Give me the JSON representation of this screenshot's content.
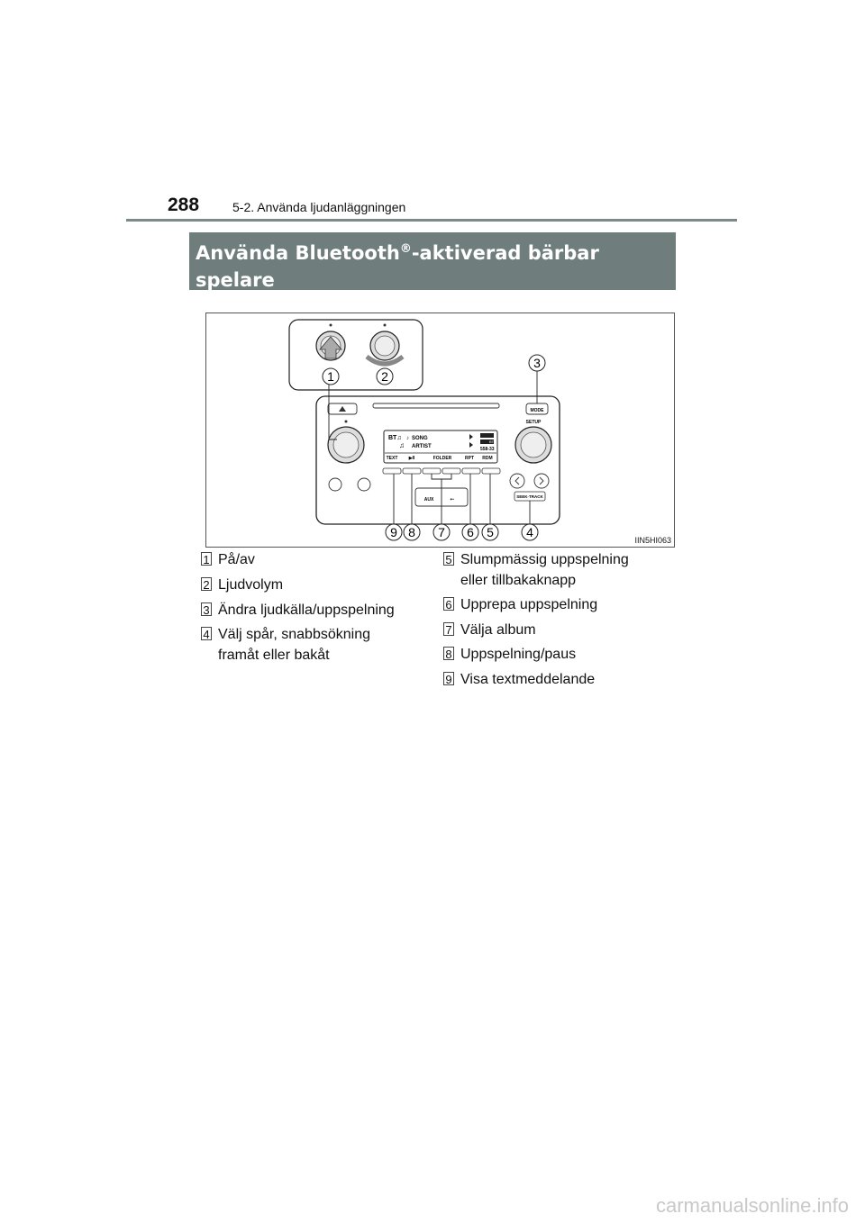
{
  "header": {
    "page_number": "288",
    "section": "5-2. Använda ljudanläggningen"
  },
  "banner": {
    "title_part1": "Använda Bluetooth",
    "title_reg": "®",
    "title_part2": "-aktiverad bärbar",
    "title_line2": "spelare"
  },
  "figure": {
    "code": "IIN5HI063",
    "display": {
      "row1_song": "SONG",
      "row2_artist": "ARTIST",
      "buttons": [
        "TEXT",
        "▶II",
        "FOLDER",
        "RPT",
        "RDM"
      ],
      "badge1": "BT",
      "badge2": "558-33"
    },
    "labels": {
      "mode": "MODE",
      "setup": "SETUP",
      "seek_track": "SEEK·TRACK",
      "aux": "AUX"
    },
    "callouts": [
      "1",
      "2",
      "3",
      "4",
      "5",
      "6",
      "7",
      "8",
      "9"
    ]
  },
  "legend": {
    "left": [
      {
        "num": "1",
        "text": "På/av"
      },
      {
        "num": "2",
        "text": "Ljudvolym"
      },
      {
        "num": "3",
        "text": "Ändra ljudkälla/uppspelning"
      },
      {
        "num": "4",
        "text": "Välj spår, snabbsökning framåt eller bakåt"
      }
    ],
    "right": [
      {
        "num": "5",
        "text": "Slumpmässig uppspelning eller tillbakaknapp"
      },
      {
        "num": "6",
        "text": "Upprepa uppspelning"
      },
      {
        "num": "7",
        "text": "Välja album"
      },
      {
        "num": "8",
        "text": "Uppspelning/paus"
      },
      {
        "num": "9",
        "text": "Visa textmeddelande"
      }
    ]
  },
  "watermark": "carmanualsonline.info"
}
